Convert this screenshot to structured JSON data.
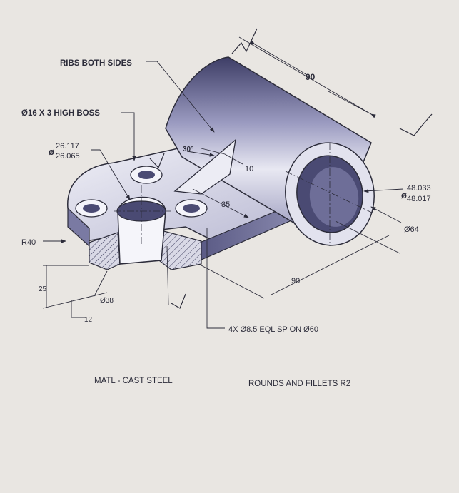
{
  "callouts": {
    "ribs_both_sides": "RIBS BOTH SIDES",
    "boss": "Ø16 X 3 HIGH BOSS",
    "bore_upper": "26.117",
    "bore_lower": "26.065",
    "angle_30": "30°",
    "dim_10": "10",
    "dim_35": "35",
    "dim_90_top": "90",
    "dim_90_bottom": "90",
    "cyl_bore_upper": "48.033",
    "cyl_bore_lower": "48.017",
    "cyl_od": "Ø64",
    "radius": "R40",
    "dim_25": "25",
    "dim_12": "12",
    "dia_38": "Ø38",
    "holes": "4X  Ø8.5 EQL SP ON Ø60",
    "dia_symbol": "ø"
  },
  "notes": {
    "material": "MATL - CAST STEEL",
    "rounds": "ROUNDS AND FILLETS R2"
  },
  "colors": {
    "background": "#e9e6e2",
    "line": "#2c2c3a",
    "shade_dark": "#4a4a73",
    "shade_light": "#d6d6e6"
  }
}
